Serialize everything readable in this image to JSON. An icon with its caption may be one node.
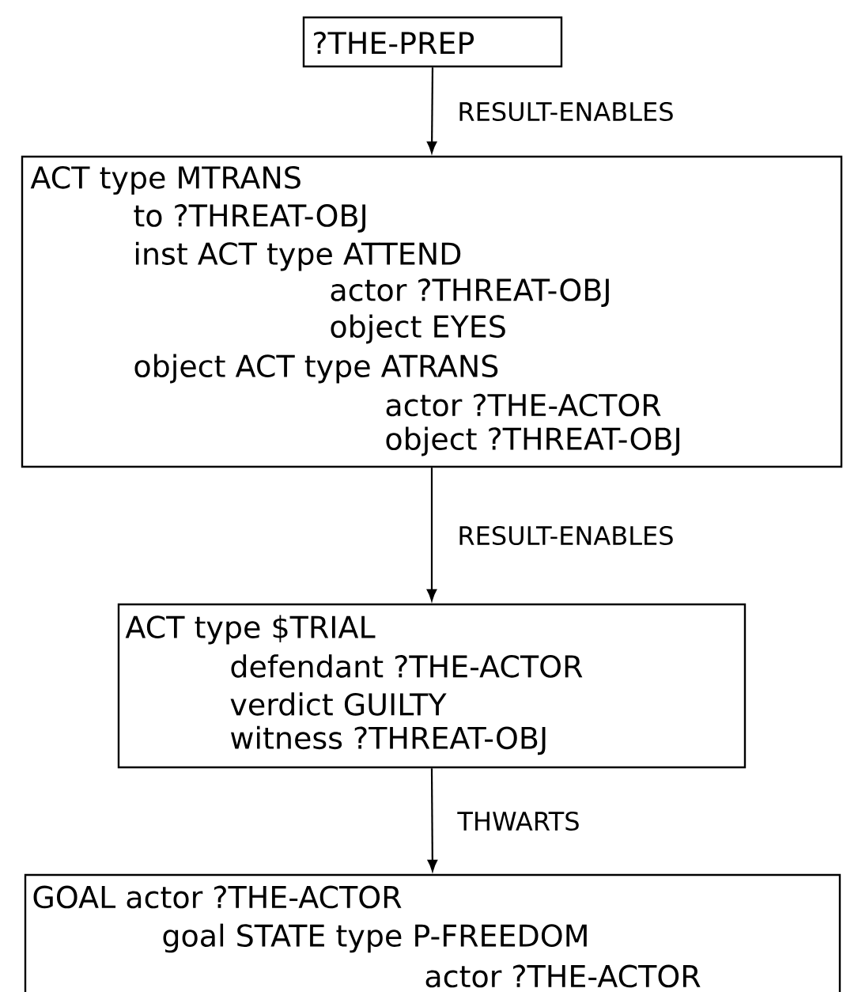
{
  "diagram": {
    "nodes": [
      {
        "text": [
          "?THE-PREP"
        ]
      },
      {
        "text": [
          "ACT type MTRANS",
          "to ?THREAT-OBJ",
          "inst ACT type ATTEND",
          "actor ?THREAT-OBJ",
          "object EYES",
          "object ACT type ATRANS",
          "actor ?THE-ACTOR",
          "object ?THREAT-OBJ"
        ]
      },
      {
        "text": [
          "ACT type $TRIAL",
          "defendant ?THE-ACTOR",
          "verdict GUILTY",
          "witness ?THREAT-OBJ"
        ]
      },
      {
        "text": [
          "GOAL actor ?THE-ACTOR",
          "goal STATE type P-FREEDOM",
          "actor ?THE-ACTOR"
        ]
      }
    ],
    "edges": [
      {
        "from": 0,
        "to": 1,
        "arrow": "to",
        "label": "RESULT-ENABLES"
      },
      {
        "from": 1,
        "to": 2,
        "arrow": "to",
        "label": "RESULT-ENABLES"
      },
      {
        "from": 2,
        "to": 3,
        "arrow": "to",
        "label": "THWARTS"
      }
    ]
  }
}
